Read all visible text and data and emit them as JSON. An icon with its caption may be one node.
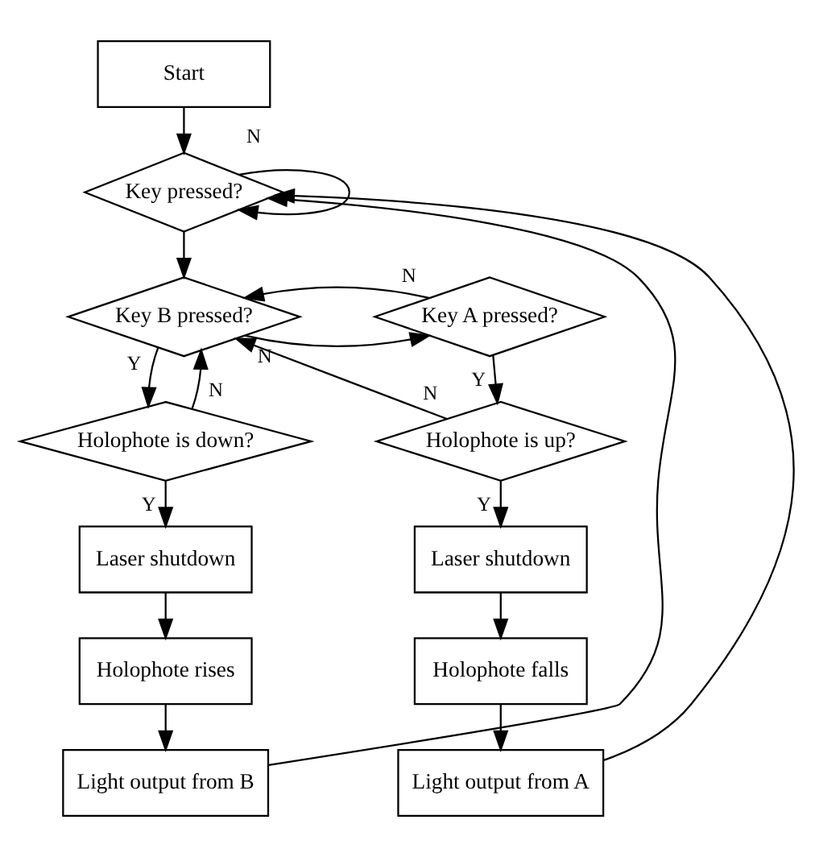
{
  "diagram": {
    "nodes": [
      {
        "text": [
          "Start"
        ]
      },
      {
        "text": [
          "Key pressed?"
        ]
      },
      {
        "text": [
          "Key B pressed?"
        ]
      },
      {
        "text": [
          "Key A pressed?"
        ]
      },
      {
        "text": [
          "Holophote is down?"
        ]
      },
      {
        "text": [
          "Holophote is up?"
        ]
      },
      {
        "text": [
          "Laser shutdown"
        ]
      },
      {
        "text": [
          "Holophote rises"
        ]
      },
      {
        "text": [
          "Light output from B"
        ]
      },
      {
        "text": [
          "Laser shutdown"
        ]
      },
      {
        "text": [
          "Holophote falls"
        ]
      },
      {
        "text": [
          "Light output from A"
        ]
      }
    ],
    "edges": [
      {
        "from": 0,
        "to": 1,
        "arrow": "to"
      },
      {
        "from": 1,
        "to": 1,
        "arrow": "to",
        "label": "N"
      },
      {
        "from": 1,
        "to": 2,
        "arrow": "to"
      },
      {
        "from": 2,
        "to": 3,
        "arrow": "to",
        "label": "N"
      },
      {
        "from": 2,
        "to": 4,
        "arrow": "to",
        "label": "Y"
      },
      {
        "from": 3,
        "to": 2,
        "arrow": "to",
        "label": "N"
      },
      {
        "from": 3,
        "to": 5,
        "arrow": "to",
        "label": "Y"
      },
      {
        "from": 4,
        "to": 2,
        "arrow": "to",
        "label": "N"
      },
      {
        "from": 5,
        "to": 2,
        "arrow": "to",
        "label": "N"
      },
      {
        "from": 4,
        "to": 6,
        "arrow": "to",
        "label": "Y"
      },
      {
        "from": 6,
        "to": 7,
        "arrow": "to"
      },
      {
        "from": 7,
        "to": 8,
        "arrow": "to"
      },
      {
        "from": 8,
        "to": 1,
        "arrow": "to"
      },
      {
        "from": 5,
        "to": 9,
        "arrow": "to",
        "label": "Y"
      },
      {
        "from": 9,
        "to": 10,
        "arrow": "to"
      },
      {
        "from": 10,
        "to": 11,
        "arrow": "to"
      },
      {
        "from": 11,
        "to": 1,
        "arrow": "to"
      }
    ]
  }
}
